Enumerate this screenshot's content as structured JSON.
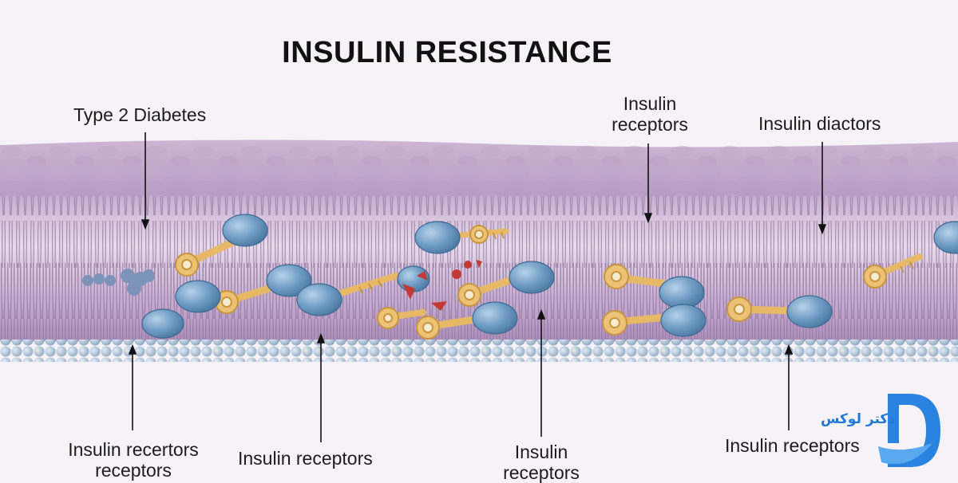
{
  "title": "INSULIN RESISTANCE",
  "labels": {
    "type2": "Type 2 Diabetes",
    "receptors_top_line1": "Insulin",
    "receptors_top_line2": "receptors",
    "diactors": "Insulin diactors",
    "recertors_line1": "Insulin recertors",
    "recertors_line2": "receptors",
    "receptors_bottom_left": "Insulin receptors",
    "receptors_bottom_mid_line1": "Insulin",
    "receptors_bottom_mid_line2": "receptors",
    "receptors_bottom_right": "Insulin receptors"
  },
  "logo": {
    "text": "دكتر لوكس",
    "letter": "D",
    "color": "#1f78d8"
  },
  "colors": {
    "membrane_top": "#c9b4cf",
    "membrane_mid": "#b89bc3",
    "receptor_blue": "#6f9cc4",
    "insulin_gold": "#e9bd6b",
    "bead_row": "#9fb5cc"
  }
}
